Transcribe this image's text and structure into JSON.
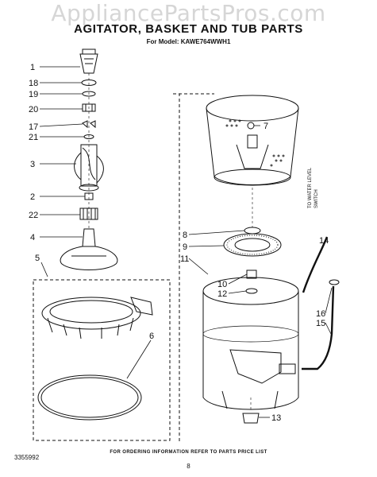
{
  "watermark": "AppliancePartsPros.com",
  "title": "AGITATOR, BASKET AND TUB PARTS",
  "subtitle": "For Model: KAWE764WWH1",
  "side_note_line1": "TO WATER LEVEL",
  "side_note_line2": "SWITCH",
  "footer_note": "FOR ORDERING INFORMATION REFER TO PARTS PRICE LIST",
  "doc_number": "3355992",
  "page_number": "8",
  "callouts": {
    "c1": "1",
    "c18": "18",
    "c19": "19",
    "c20": "20",
    "c17": "17",
    "c21": "21",
    "c3": "3",
    "c2": "2",
    "c22": "22",
    "c4": "4",
    "c5": "5",
    "c6": "6",
    "c7": "7",
    "c8": "8",
    "c9": "9",
    "c11": "11",
    "c10": "10",
    "c12": "12",
    "c14": "14",
    "c16": "16",
    "c15": "15",
    "c13": "13"
  }
}
